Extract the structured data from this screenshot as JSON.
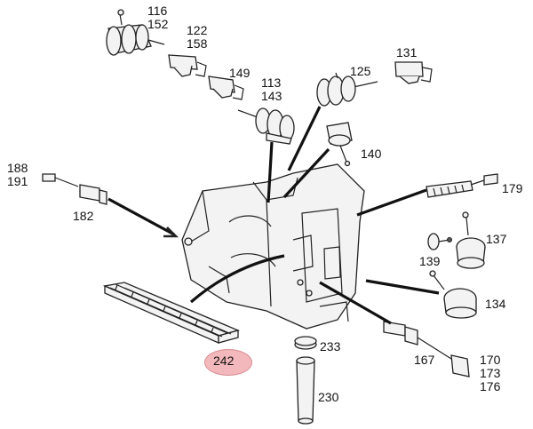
{
  "callouts": [
    {
      "id": "c116",
      "lines": [
        "116",
        "152"
      ]
    },
    {
      "id": "c122",
      "lines": [
        "122",
        "158"
      ]
    },
    {
      "id": "c149",
      "lines": [
        "149"
      ]
    },
    {
      "id": "c113",
      "lines": [
        "113",
        "143"
      ]
    },
    {
      "id": "c125",
      "lines": [
        "125"
      ]
    },
    {
      "id": "c131",
      "lines": [
        "131"
      ]
    },
    {
      "id": "c140",
      "lines": [
        "140"
      ]
    },
    {
      "id": "c188",
      "lines": [
        "188",
        "191"
      ]
    },
    {
      "id": "c182",
      "lines": [
        "182"
      ]
    },
    {
      "id": "c179",
      "lines": [
        "179"
      ]
    },
    {
      "id": "c137",
      "lines": [
        "137"
      ]
    },
    {
      "id": "c139",
      "lines": [
        "139"
      ]
    },
    {
      "id": "c134",
      "lines": [
        "134"
      ]
    },
    {
      "id": "c242",
      "lines": [
        "242"
      ],
      "highlighted": true,
      "highlight_color": "#f2b8bb"
    },
    {
      "id": "c233",
      "lines": [
        "233"
      ]
    },
    {
      "id": "c167",
      "lines": [
        "167"
      ]
    },
    {
      "id": "c170",
      "lines": [
        "170",
        "173",
        "176"
      ]
    },
    {
      "id": "c230",
      "lines": [
        "230"
      ]
    }
  ]
}
